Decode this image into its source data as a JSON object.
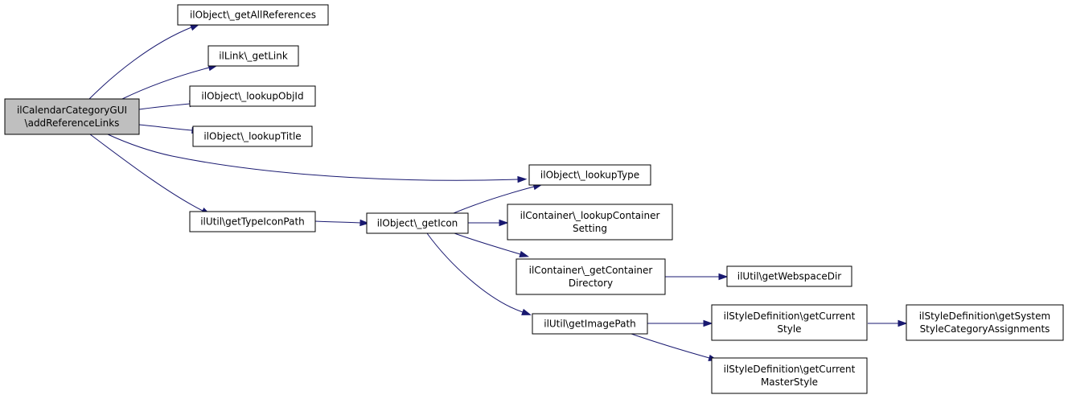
{
  "diagram": {
    "colors": {
      "edge": "#191970",
      "node_border": "#000000",
      "node_fill": "#ffffff",
      "root_fill": "#bfbfbf",
      "background": "#ffffff"
    },
    "nodes": [
      {
        "id": "root",
        "lines": [
          "ilCalendarCategoryGUI",
          "\\addReferenceLinks"
        ]
      },
      {
        "id": "getAllReferences",
        "lines": [
          "ilObject\\_getAllReferences"
        ]
      },
      {
        "id": "getLink",
        "lines": [
          "ilLink\\_getLink"
        ]
      },
      {
        "id": "lookupObjId",
        "lines": [
          "ilObject\\_lookupObjId"
        ]
      },
      {
        "id": "lookupTitle",
        "lines": [
          "ilObject\\_lookupTitle"
        ]
      },
      {
        "id": "lookupType",
        "lines": [
          "ilObject\\_lookupType"
        ]
      },
      {
        "id": "getTypeIconPath",
        "lines": [
          "ilUtil\\getTypeIconPath"
        ]
      },
      {
        "id": "getIcon",
        "lines": [
          "ilObject\\_getIcon"
        ]
      },
      {
        "id": "lookupContainerSetting",
        "lines": [
          "ilContainer\\_lookupContainer",
          "Setting"
        ]
      },
      {
        "id": "getContainerDirectory",
        "lines": [
          "ilContainer\\_getContainer",
          "Directory"
        ]
      },
      {
        "id": "getWebspaceDir",
        "lines": [
          "ilUtil\\getWebspaceDir"
        ]
      },
      {
        "id": "getImagePath",
        "lines": [
          "ilUtil\\getImagePath"
        ]
      },
      {
        "id": "getCurrentStyle",
        "lines": [
          "ilStyleDefinition\\getCurrent",
          "Style"
        ]
      },
      {
        "id": "getSystemStyleCategoryAssignments",
        "lines": [
          "ilStyleDefinition\\getSystem",
          "StyleCategoryAssignments"
        ]
      },
      {
        "id": "getCurrentMasterStyle",
        "lines": [
          "ilStyleDefinition\\getCurrent",
          "MasterStyle"
        ]
      }
    ],
    "edges": [
      {
        "from": "root",
        "to": "getAllReferences"
      },
      {
        "from": "root",
        "to": "getLink"
      },
      {
        "from": "root",
        "to": "lookupObjId"
      },
      {
        "from": "root",
        "to": "lookupTitle"
      },
      {
        "from": "root",
        "to": "lookupType"
      },
      {
        "from": "root",
        "to": "getTypeIconPath"
      },
      {
        "from": "getTypeIconPath",
        "to": "getIcon"
      },
      {
        "from": "getIcon",
        "to": "lookupType"
      },
      {
        "from": "getIcon",
        "to": "lookupContainerSetting"
      },
      {
        "from": "getIcon",
        "to": "getContainerDirectory"
      },
      {
        "from": "getIcon",
        "to": "getImagePath"
      },
      {
        "from": "getContainerDirectory",
        "to": "getWebspaceDir"
      },
      {
        "from": "getImagePath",
        "to": "getCurrentStyle"
      },
      {
        "from": "getImagePath",
        "to": "getCurrentMasterStyle"
      },
      {
        "from": "getCurrentStyle",
        "to": "getSystemStyleCategoryAssignments"
      }
    ]
  }
}
